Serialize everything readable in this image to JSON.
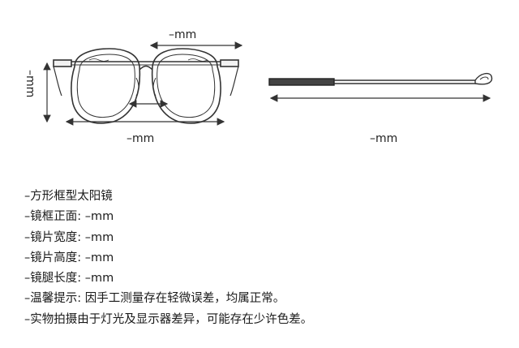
{
  "dimensions": {
    "bridge_label": "–mm",
    "lens_height_label": "–mm",
    "frame_width_label": "–mm",
    "temple_length_label": "–mm"
  },
  "specs": [
    "–方形框型太阳镜",
    "–镜框正面: –mm",
    "–镜片宽度: –mm",
    "–镜片高度: –mm",
    "–镜腿长度: –mm",
    "–温馨提示: 因手工测量存在轻微误差，均属正常。",
    "–实物拍摄由于灯光及显示器差异，可能存在少许色差。"
  ],
  "colors": {
    "line": "#333333",
    "text": "#1a1a1a",
    "background": "#ffffff"
  }
}
